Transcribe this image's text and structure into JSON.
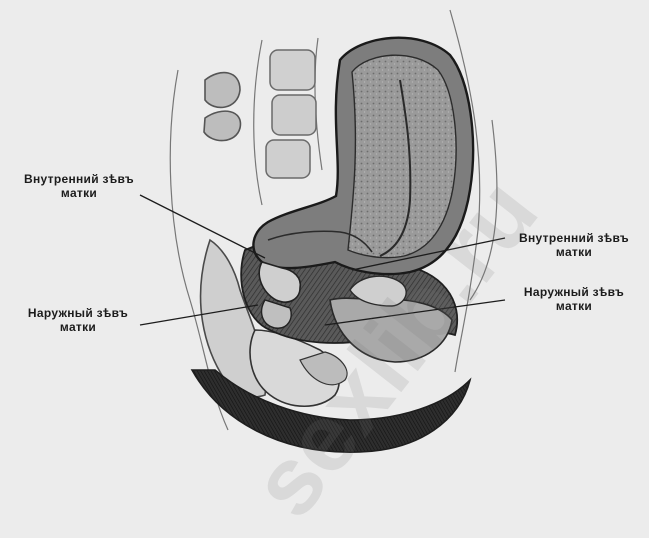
{
  "labels": {
    "internal_os_left": {
      "line1": "Внутренний зѣвъ",
      "line2": "матки"
    },
    "external_os_left": {
      "line1": "Наружный зѣвъ",
      "line2": "матки"
    },
    "internal_os_right": {
      "line1": "Внутренний зѣвъ",
      "line2": "матки"
    },
    "external_os_right": {
      "line1": "Наружный зѣвъ",
      "line2": "матки"
    }
  },
  "watermark": "sexlib.ru",
  "colors": {
    "background": "#ececec",
    "ink": "#1c1c1c",
    "tissue_dark": "#3a3a3a",
    "tissue_mid": "#8a8a8a",
    "tissue_light": "#c9c9c9"
  }
}
